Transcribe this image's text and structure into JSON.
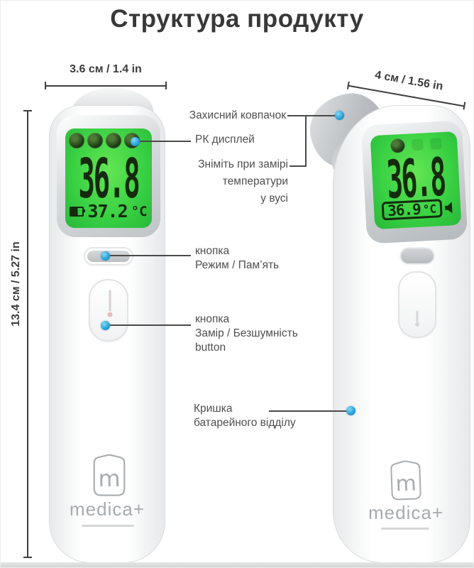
{
  "title": "Структура продукту",
  "dimensions": {
    "front_width": "3.6 см / 1.4 in",
    "side_width": "4 см / 1.56 in",
    "height": "13.4 см / 5.27 in"
  },
  "callouts": {
    "cap": {
      "label": "Захисний ковпачок"
    },
    "display": {
      "label": "РК дисплей"
    },
    "cap_note": {
      "line1": "Зніміть при замірі",
      "line2": "температури",
      "line3": "у вусі"
    },
    "mode_button": {
      "line1": "кнопка",
      "line2": "Режим / Пам’ять"
    },
    "measure_button": {
      "line1": "кнопка",
      "line2": "Замір / Безшумність",
      "line3": "button"
    },
    "battery_cover": {
      "line1": "Кришка",
      "line2": "батарейного відділу"
    }
  },
  "front_device": {
    "main_temp": "36.8",
    "sub_temp": "37.2",
    "unit": "°C",
    "brand": "medica+",
    "logo_letter": "m"
  },
  "side_device": {
    "main_temp": "36.8",
    "sub_temp": "36.9",
    "unit": "°C",
    "brand": "medica+",
    "logo_letter": "m"
  },
  "colors": {
    "lcd_green": "#3bd244",
    "lcd_digit": "#142b0e",
    "callout_dot_blue": "#2aa4dc",
    "callout_line": "#4a4a4a",
    "label_text": "#4f4f4f",
    "title_text": "#383838",
    "bezel_silver": "#c3c8cb",
    "brand_gray": "#a7abae"
  }
}
